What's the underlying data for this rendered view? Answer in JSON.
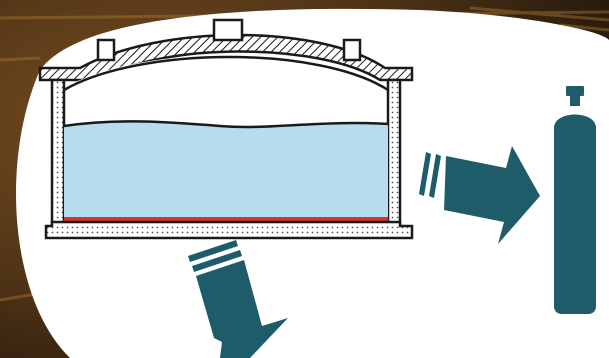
{
  "diagram": {
    "colors": {
      "background_dark": "#2a1d10",
      "background_warm": "#7a5020",
      "panel": "#ffffff",
      "liquid": "#b7dcee",
      "sediment_layer": "#d6362c",
      "arrow_and_cylinder": "#1e5c6a",
      "outline": "#1a1a1a"
    },
    "components": {
      "tank": "storage-tank-cross-section",
      "liquid": "liquid-contents",
      "bottom_layer": "red-bottom-layer",
      "arrow_right": "transfer-arrow-to-cylinder",
      "arrow_down": "discharge-arrow-downward",
      "cylinder": "gas-cylinder"
    }
  }
}
